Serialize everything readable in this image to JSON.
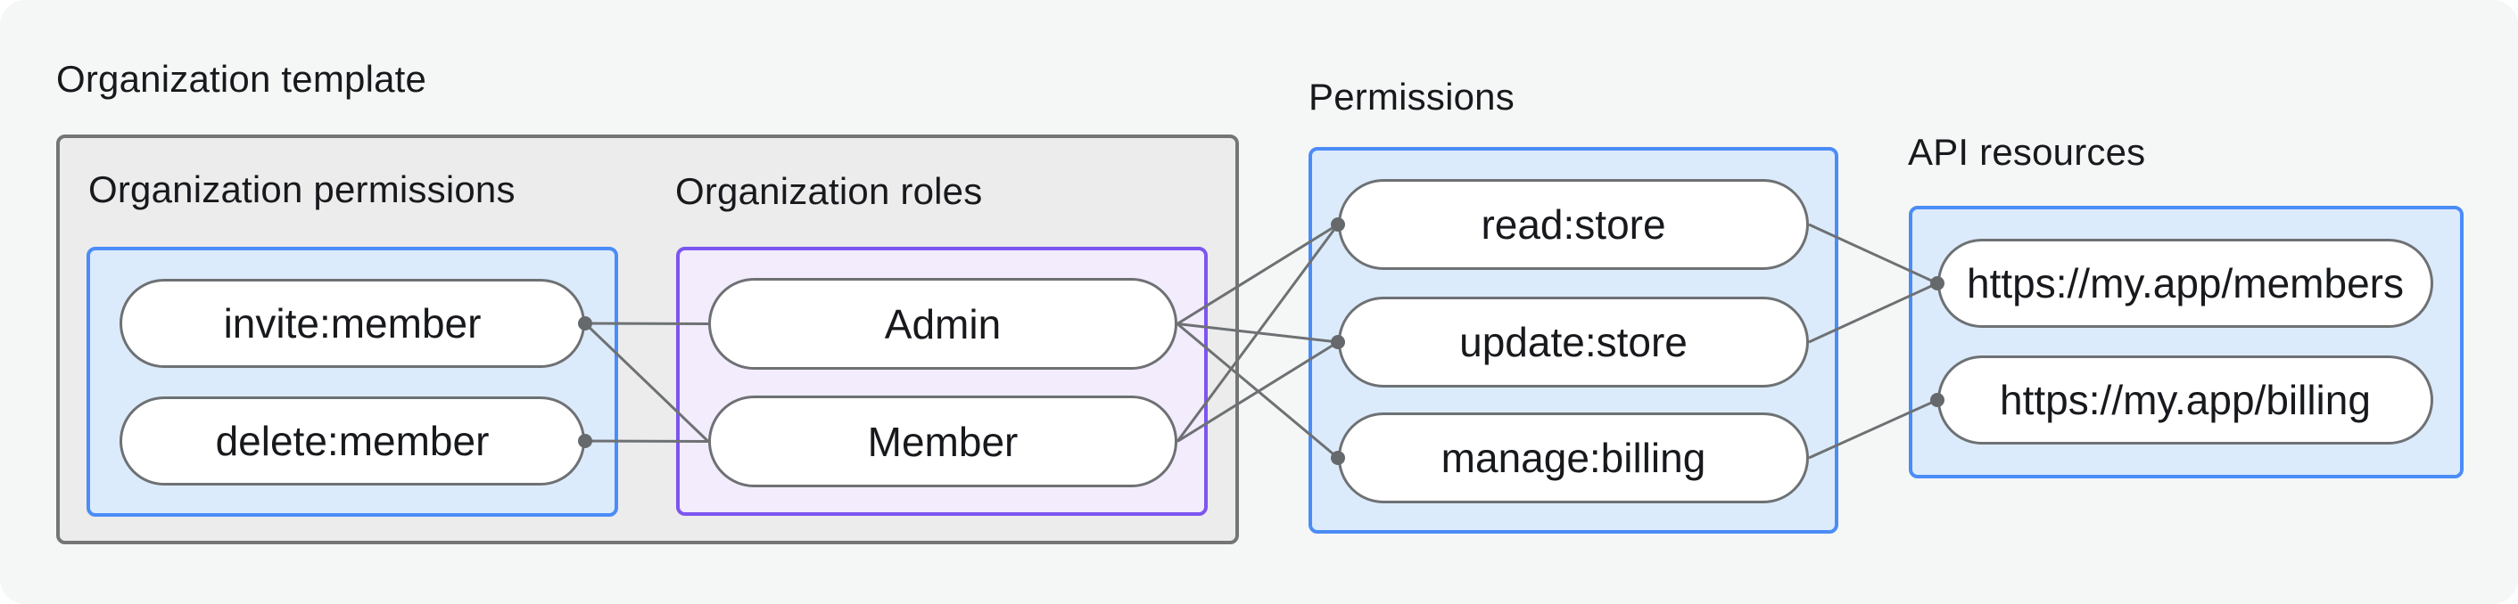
{
  "labels": {
    "org_template": "Organization template",
    "org_permissions": "Organization permissions",
    "org_roles": "Organization roles",
    "permissions": "Permissions",
    "api_resources": "API resources"
  },
  "nodes": {
    "invite": "invite:member",
    "delete": "delete:member",
    "admin": "Admin",
    "member": "Member",
    "read": "read:store",
    "update": "update:store",
    "manage": "manage:billing",
    "members": "https://my.app/members",
    "billing": "https://my.app/billing"
  },
  "edges": [
    [
      "invite",
      "admin"
    ],
    [
      "invite",
      "member"
    ],
    [
      "delete",
      "member"
    ],
    [
      "admin",
      "read"
    ],
    [
      "admin",
      "update"
    ],
    [
      "admin",
      "manage"
    ],
    [
      "member",
      "read"
    ],
    [
      "member",
      "update"
    ],
    [
      "read",
      "members"
    ],
    [
      "update",
      "members"
    ],
    [
      "manage",
      "billing"
    ]
  ],
  "dots": [
    {
      "node": "invite",
      "side": "right"
    },
    {
      "node": "delete",
      "side": "right"
    },
    {
      "node": "read",
      "side": "left"
    },
    {
      "node": "update",
      "side": "left"
    },
    {
      "node": "manage",
      "side": "left"
    },
    {
      "node": "members",
      "side": "left"
    },
    {
      "node": "billing",
      "side": "left"
    }
  ],
  "style": {
    "edge_width": 3,
    "dot_radius": 8
  },
  "colors": {
    "page_background": "#f5f7f6",
    "outer_corner": "#ffffff",
    "template_box_fill": "#ececec",
    "template_box_border": "#757575",
    "blue_box_fill": "#dcebfc",
    "blue_box_border": "#4b8cf7",
    "purple_box_fill": "#f2ecfd",
    "purple_box_border": "#7c55f0",
    "node_fill": "#ffffff",
    "node_border": "#6e7173",
    "edge": "#6e7173",
    "dot": "#66696c",
    "text": "#17191c"
  }
}
